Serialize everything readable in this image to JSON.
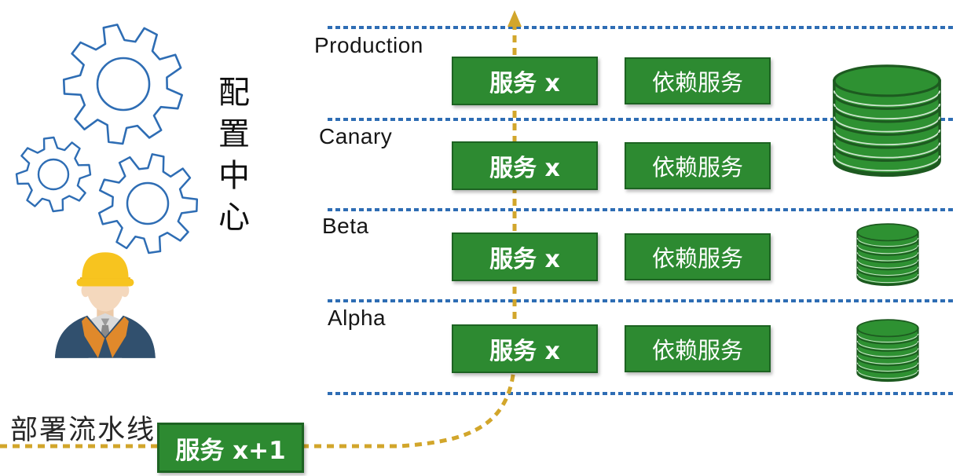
{
  "config_center": {
    "label": "配置中心"
  },
  "pipeline": {
    "label": "部署流水线",
    "next_version_label": "服务 x+1"
  },
  "environments": [
    {
      "name": "Production",
      "service_label": "服务 x",
      "dependency_label": "依赖服务"
    },
    {
      "name": "Canary",
      "service_label": "服务 x",
      "dependency_label": "依赖服务"
    },
    {
      "name": "Beta",
      "service_label": "服务 x",
      "dependency_label": "依赖服务"
    },
    {
      "name": "Alpha",
      "service_label": "服务 x",
      "dependency_label": "依赖服务"
    }
  ],
  "colors": {
    "blue_line": "#2e6db4",
    "gear_blue": "#2e6db4",
    "box_green": "#2d8a31",
    "box_border": "#1d6322",
    "db_green": "#2e9132",
    "db_outline": "#1d5a20",
    "db_ring_light": "#cfe6cf",
    "pipeline_yellow": "#d2a62b",
    "helmet_yellow": "#f7c41f",
    "jacket_navy": "#31506e",
    "lapel_orange": "#e0892b",
    "skin": "#f4d8bd"
  }
}
